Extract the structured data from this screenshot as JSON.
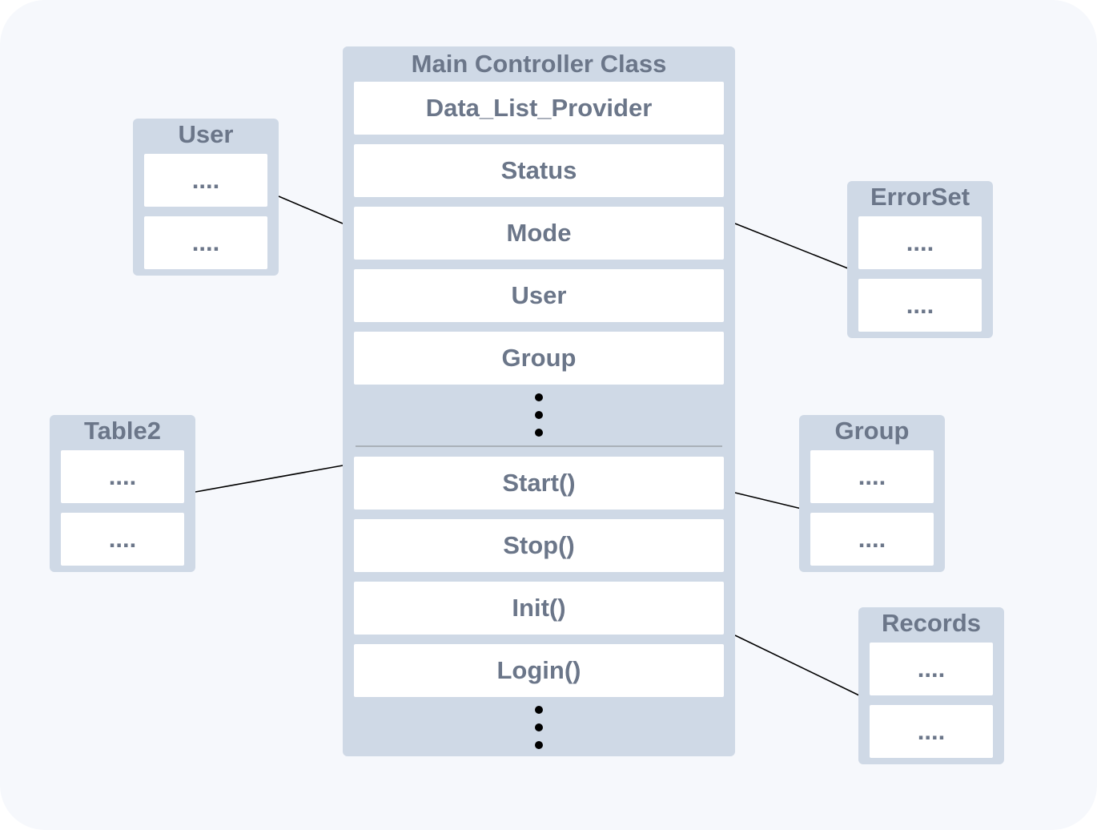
{
  "main_class": {
    "title": "Main Controller Class",
    "attributes": [
      "Data_List_Provider",
      "Status",
      "Mode",
      "User",
      "Group"
    ],
    "methods": [
      "Start()",
      "Stop()",
      "Init()",
      "Login()"
    ]
  },
  "side_classes": {
    "user": {
      "title": "User",
      "rows": [
        "....",
        "...."
      ]
    },
    "errorset": {
      "title": "ErrorSet",
      "rows": [
        "....",
        "...."
      ]
    },
    "table2": {
      "title": "Table2",
      "rows": [
        "....",
        "...."
      ]
    },
    "group": {
      "title": "Group",
      "rows": [
        "....",
        "...."
      ]
    },
    "records": {
      "title": "Records",
      "rows": [
        "....",
        "...."
      ]
    }
  },
  "colors": {
    "class_fill": "#cfd9e6",
    "row_fill": "#ffffff",
    "text": "#6b7689",
    "background": "#f6f8fc",
    "connector": "#000000"
  }
}
